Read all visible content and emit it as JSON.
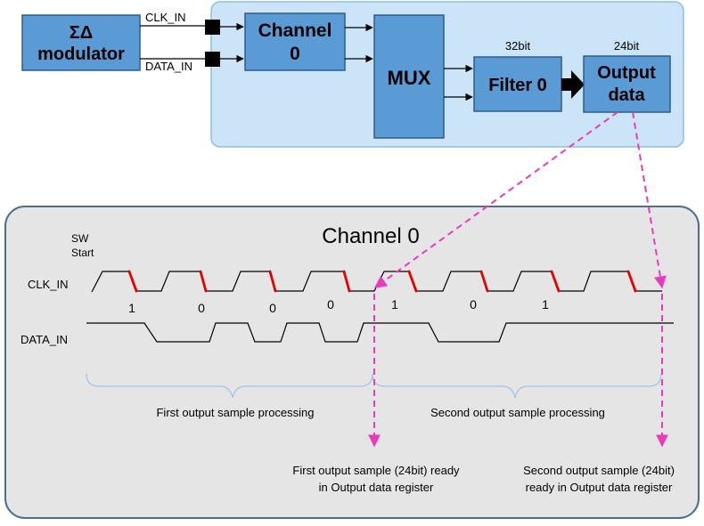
{
  "blocks": {
    "modulator": [
      "ΣΔ",
      "modulator"
    ],
    "channel": [
      "Channel",
      "0"
    ],
    "mux": "MUX",
    "filter": "Filter 0",
    "output": [
      "Output",
      "data"
    ]
  },
  "signals": {
    "clk": "CLK_IN",
    "data": "DATA_IN"
  },
  "bit_widths": {
    "filter": "32bit",
    "output": "24bit"
  },
  "panel": {
    "title": "Channel 0",
    "sw_start": [
      "SW",
      "Start"
    ],
    "clk_label": "CLK_IN",
    "data_label": "DATA_IN",
    "bits": [
      "1",
      "0",
      "0",
      "0",
      "1",
      "0",
      "1"
    ]
  },
  "phases": {
    "first": "First output sample processing",
    "second": "Second output sample processing"
  },
  "ready": {
    "first": [
      "First output sample (24bit) ready",
      "in Output data register"
    ],
    "second": [
      "Second output sample (24bit)",
      "ready in Output data register"
    ]
  },
  "colors": {
    "block_fill": "#5b9bd5",
    "panel_fill": "#e5e5e5",
    "dfsdm_fill": "#cce4f7",
    "edge_red": "#e60000",
    "arrow_pink": "#e83cbd",
    "brace_blue": "#9dc3e6"
  }
}
